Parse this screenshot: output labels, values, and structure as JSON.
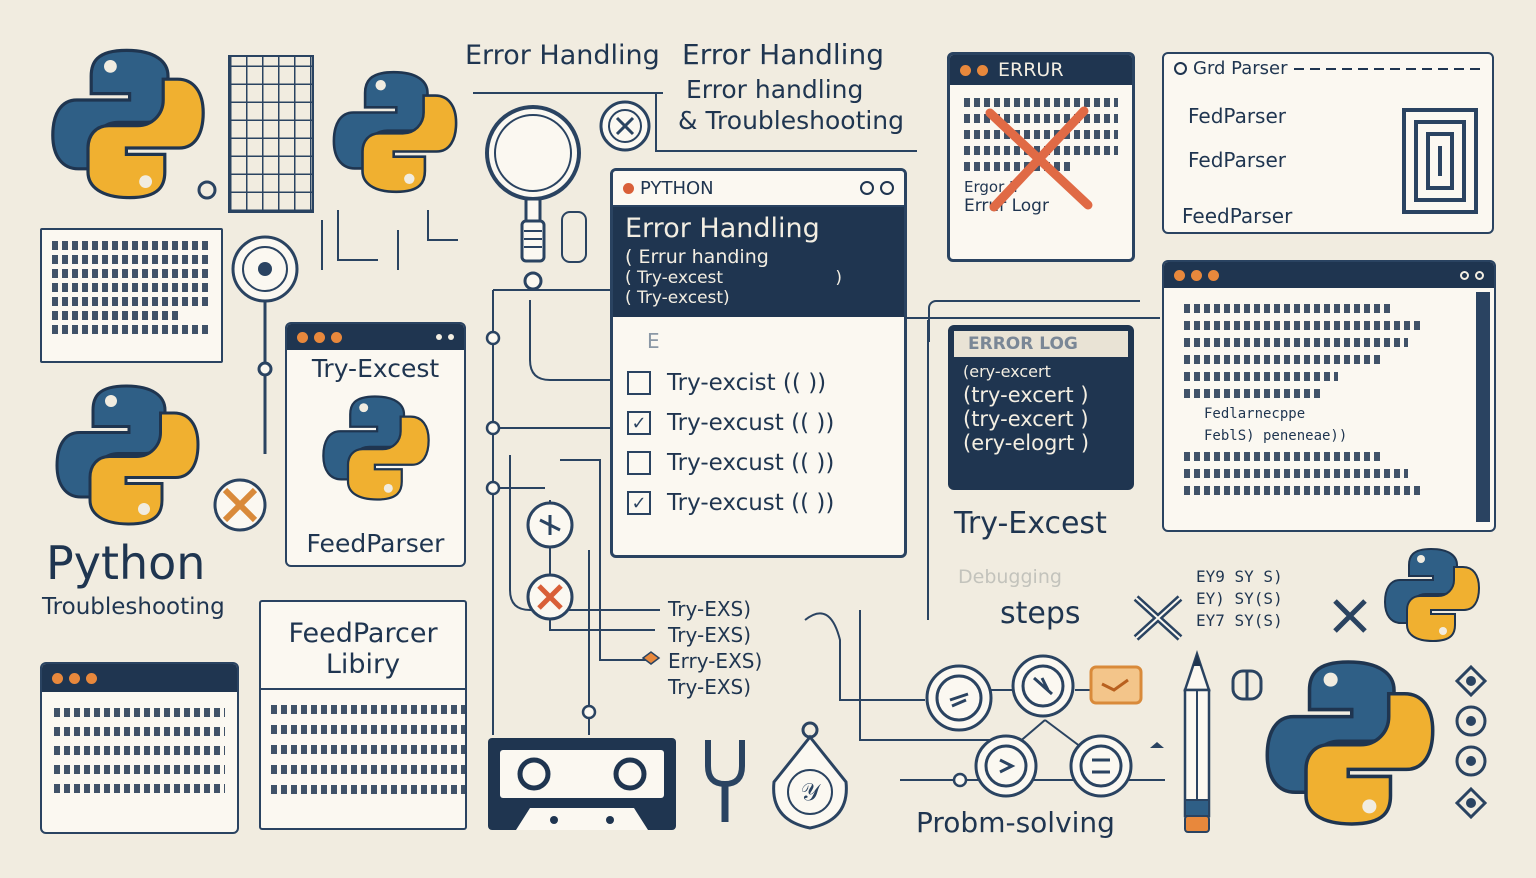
{
  "header": {
    "title_a": "Error Handling",
    "title_b": "Error Handling",
    "title_c": "Error handling",
    "title_d": "& Troubleshooting"
  },
  "center_window": {
    "title": "PYTHON",
    "heading": "Error Handling",
    "sub1": "( Errur handing",
    "sub2": "( Try-excest",
    "sub2_end": ")",
    "sub3": "( Try-excest)",
    "section": "E",
    "checklist": [
      {
        "label": "Try-excist (( ))",
        "checked": false
      },
      {
        "label": "Try-excust (( ))",
        "checked": true
      },
      {
        "label": "Try-excust (( ))",
        "checked": false
      },
      {
        "label": "Try-excust (( ))",
        "checked": true
      }
    ]
  },
  "error_window": {
    "title": "ERRUR",
    "lines": [
      "Ergor Ii",
      "Errur Logr"
    ]
  },
  "parser_window": {
    "title": "Grd Parser",
    "lines": [
      "FedParser",
      "FedParser",
      "FeedParser"
    ]
  },
  "try_window": {
    "title": "Try-Excest",
    "caption": "FeedParser"
  },
  "left_labels": {
    "python": "Python",
    "troubleshooting": "Troubleshooting"
  },
  "library_card": {
    "line1": "FeedParcer",
    "line2": "Libiry"
  },
  "error_log": {
    "title": "ERROR LOG",
    "lines": [
      "(ery-excert",
      "(try-excert )",
      "(try-excert )",
      "(ery-elogrt )"
    ]
  },
  "labels": {
    "try_excest": "Try-Excest",
    "fade": "Debugging",
    "steps": "steps",
    "problem_solving": "Probm-solving"
  },
  "flow_list": [
    "Try-EXS)",
    "Try-EXS)",
    "Erry-EXS)",
    "Try-EXS)"
  ],
  "side_codes": [
    "EY9 SY S)",
    "EY) SY(S)",
    "EY7 SY(S)"
  ],
  "code_window": {
    "lines": [
      "Fedlarnecppe",
      "FeblS) peneneae))"
    ]
  },
  "colors": {
    "navy": "#1f3550",
    "python_blue": "#2f5f86",
    "python_yellow": "#f0b030",
    "accent_orange": "#e8883c",
    "paper": "#f1ece0"
  },
  "icons": [
    "python-logo-icon",
    "magnifier-icon",
    "check-icon",
    "x-icon",
    "wrench-icon",
    "pencil-icon",
    "bug-icon",
    "cassette-icon"
  ]
}
